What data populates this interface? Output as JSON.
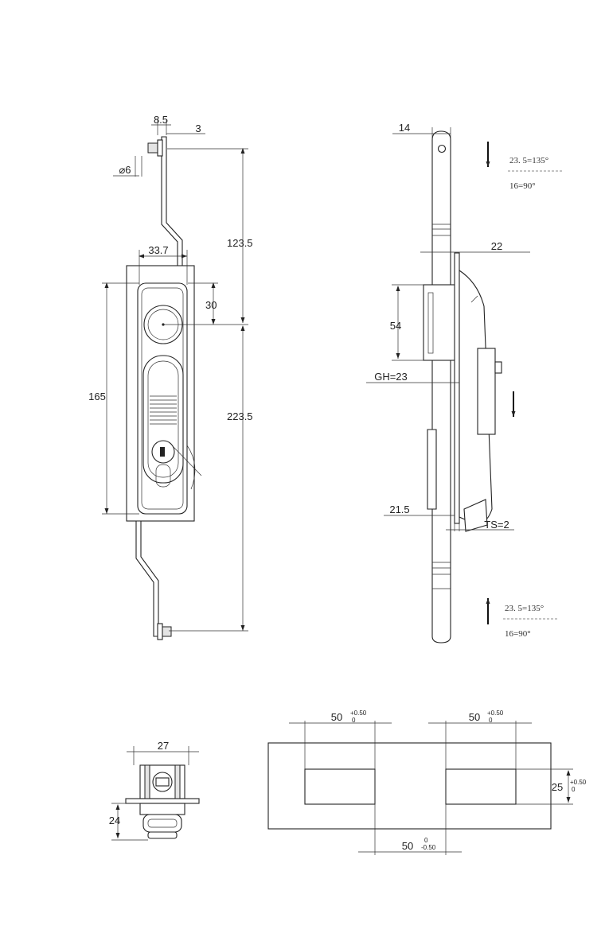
{
  "front_view": {
    "dims": {
      "d8_5": "8.5",
      "d3": "3",
      "phi6": "⌀6",
      "d33_7": "33.7",
      "d123_5": "123.5",
      "d30": "30",
      "d165": "165",
      "d223_5": "223.5"
    }
  },
  "side_view": {
    "dims": {
      "d14": "14",
      "d22": "22",
      "d54": "54",
      "gh": "GH=23",
      "d21_5": "21.5",
      "ts": "TS=2"
    },
    "note_top": {
      "line1": "23. 5=135°",
      "line2": "16=90°"
    },
    "note_bottom": {
      "line1": "23. 5=135°",
      "line2": "16=90°"
    }
  },
  "bottom_view": {
    "dims": {
      "d27": "27",
      "d24": "24"
    }
  },
  "cutout": {
    "dims": {
      "w_left": "50",
      "w_left_tol_up": "+0.50",
      "w_left_tol_low": "0",
      "w_right": "50",
      "w_right_tol_up": "+0.50",
      "w_right_tol_low": "0",
      "h": "25",
      "h_tol_up": "+0.50",
      "h_tol_low": "0",
      "gap": "50",
      "gap_tol_up": "0",
      "gap_tol_low": "-0.50"
    }
  }
}
